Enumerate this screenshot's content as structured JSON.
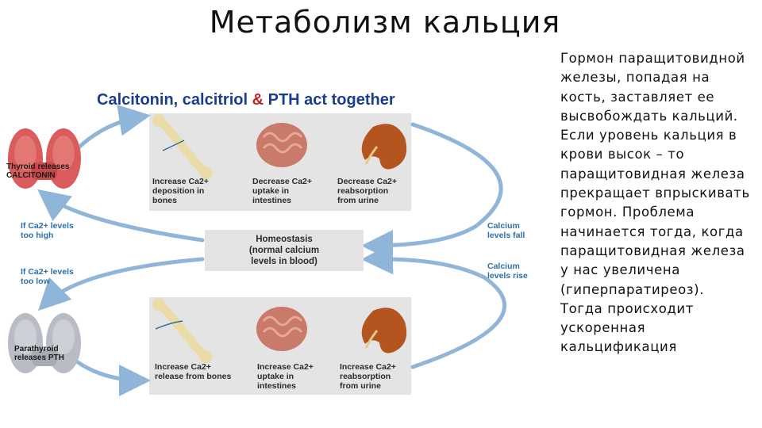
{
  "slide": {
    "title": "Метаболизм кальция",
    "side_text": "Гормон паращитовидной железы, попадая на кость, заставляет ее высвобождать кальций. Если уровень кальция в крови высок – то паращитовидная железа прекращает впрыскивать гормон. Проблема начинается тогда, когда паращитовидная железа у нас увеличена (гиперпаратиреоз). Тогда происходит ускоренная кальцификация"
  },
  "figure": {
    "title_part1": "Calcitonin, calcitriol ",
    "title_amp": "&",
    "title_part2": " PTH act together",
    "thyroid_label": "Thyroid releases\nCALCITONIN",
    "parathyroid_label": "Parathyroid\nreleases PTH",
    "left_high": "If Ca2+ levels\ntoo high",
    "left_low": "If Ca2+ levels\ntoo low",
    "right_fall": "Calcium\nlevels fall",
    "right_rise": "Calcium\nlevels rise",
    "homeostasis": "Homeostasis\n(normal calcium\nlevels in blood)",
    "top_captions": [
      "Increase Ca2+\ndeposition in\nbones",
      "Decrease Ca2+\nuptake in\nintestines",
      "Decrease Ca2+\nreabsorption\nfrom urine"
    ],
    "bottom_captions": [
      "Increase Ca2+\nrelease from bones",
      "Increase Ca2+\nuptake in\nintestines",
      "Increase Ca2+\nreabsorption\nfrom urine"
    ],
    "colors": {
      "title_blue": "#1a3e8f",
      "amp_red": "#c0242a",
      "arrow_blue": "#8fb6d8",
      "label_blue": "#2e6fa8",
      "panel_gray": "#e4e4e4",
      "thyroid_red": "#d95b5b",
      "parathyroid_gray": "#b9bcc4",
      "bone": "#e9dca8",
      "intestine": "#c97a6a",
      "kidney": "#b4541e"
    }
  }
}
